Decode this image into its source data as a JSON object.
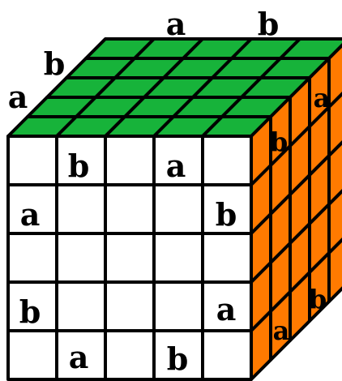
{
  "colors": {
    "top": "#17b33a",
    "front": "#ffffff",
    "side": "#ff7a00",
    "line": "#000000"
  },
  "grid_size": 5,
  "labels": {
    "top_edge": [
      "a",
      "b"
    ],
    "left_edge": [
      "a",
      "b"
    ],
    "front_row_1": [
      "b",
      "a"
    ],
    "front_row_2": [
      "a",
      "b"
    ],
    "front_row_4": [
      "b",
      "a"
    ],
    "front_row_5": [
      "a",
      "b"
    ],
    "side_upper": [
      "a",
      "b"
    ],
    "side_lower": [
      "a",
      "b"
    ]
  }
}
